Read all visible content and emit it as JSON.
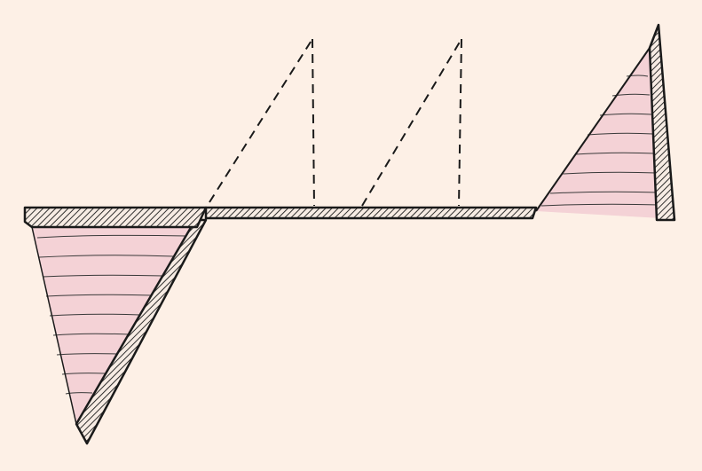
{
  "colors": {
    "background": "#fdf0e6",
    "fill": "#f4d2d6",
    "ink": "#1a1a1a",
    "hatch_bg": "#f7ece4"
  },
  "diagram": {
    "kind": "hand-drawn structural bending moment diagram",
    "regions": [
      {
        "id": "left-negative-triangle",
        "style": "pink filled with hatched edge"
      },
      {
        "id": "right-positive-triangle",
        "style": "pink filled with hatched edge"
      },
      {
        "id": "middle-dashed-triangles",
        "count": 2,
        "style": "dashed outline"
      },
      {
        "id": "beam-baseline",
        "style": "hatched strip"
      }
    ]
  }
}
